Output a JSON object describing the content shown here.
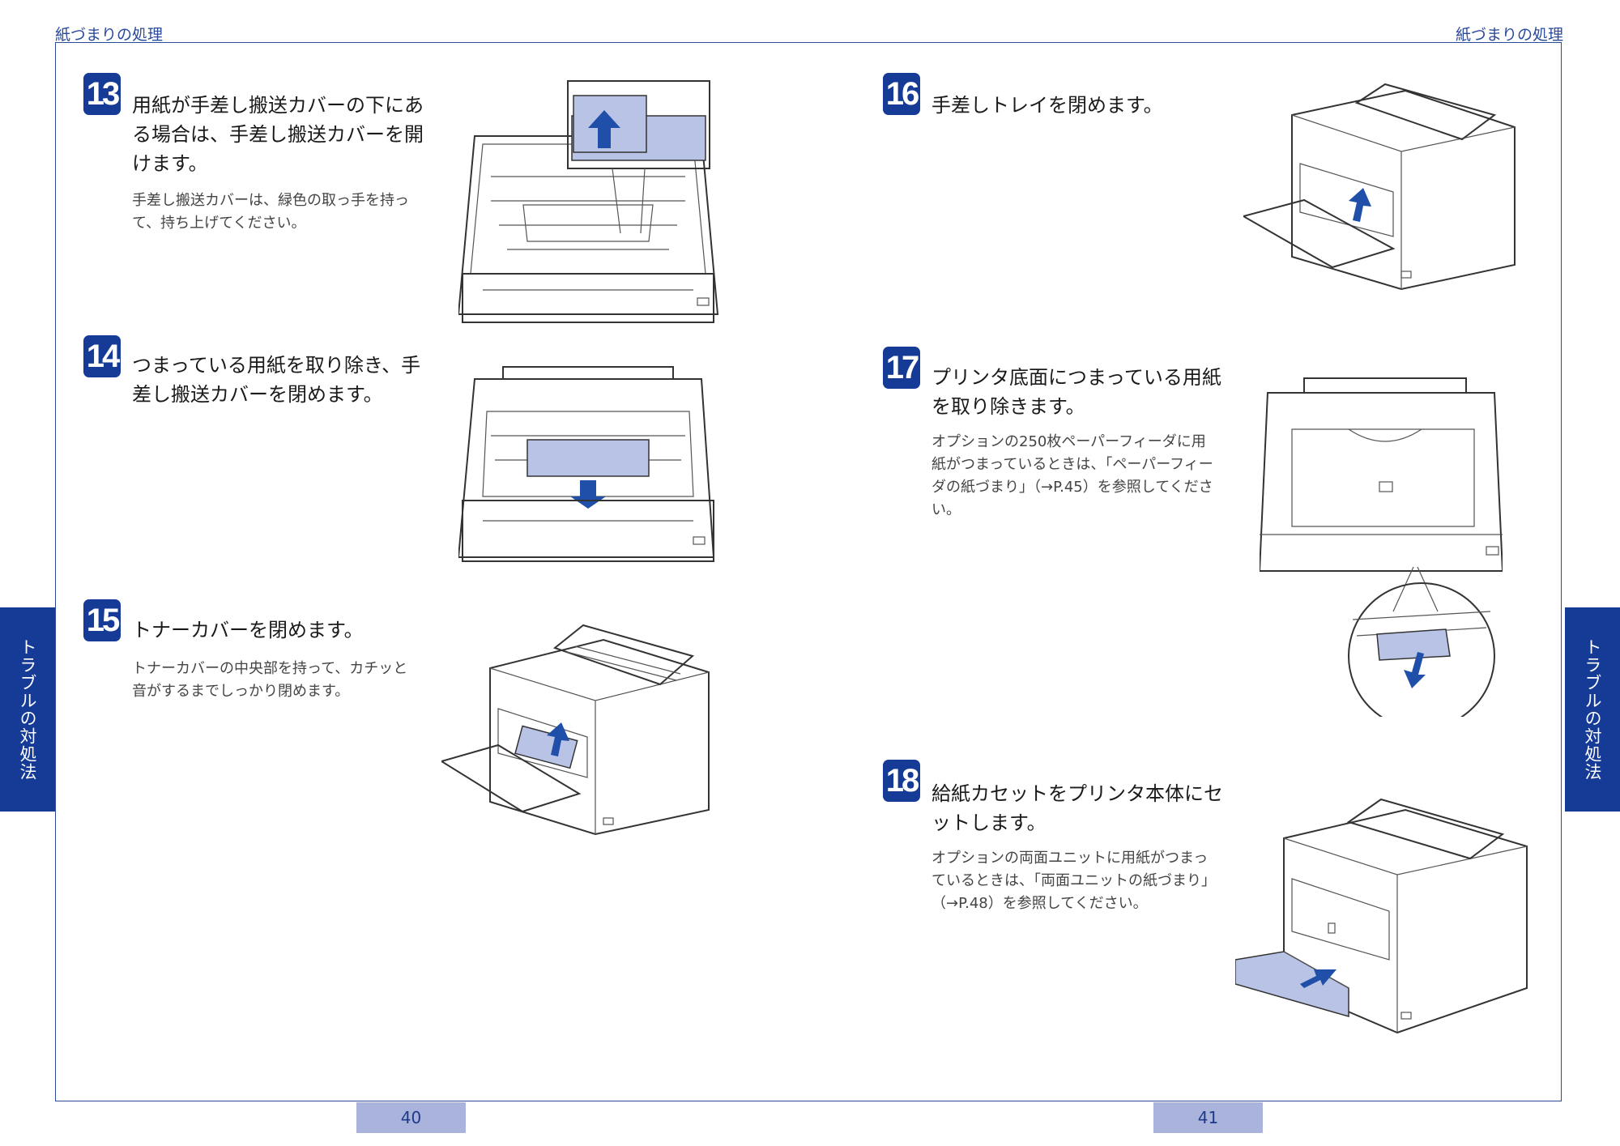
{
  "header": {
    "left": "紙づまりの処理",
    "right": "紙づまりの処理"
  },
  "side_tab": {
    "left": "トラブルの対処法",
    "right": "トラブルの対処法"
  },
  "pages": {
    "left": "40",
    "right": "41"
  },
  "steps": [
    {
      "num": "13",
      "title": "用紙が手差し搬送カバーの下にある場合は、手差し搬送カバーを開けます。",
      "desc": "手差し搬送カバーは、緑色の取っ手を持って、持ち上げてください。"
    },
    {
      "num": "14",
      "title": "つまっている用紙を取り除き、手差し搬送カバーを閉めます。",
      "desc": ""
    },
    {
      "num": "15",
      "title": "トナーカバーを閉めます。",
      "desc": "トナーカバーの中央部を持って、カチッと音がするまでしっかり閉めます。"
    },
    {
      "num": "16",
      "title": "手差しトレイを閉めます。",
      "desc": ""
    },
    {
      "num": "17",
      "title": "プリンタ底面につまっている用紙を取り除きます。",
      "desc": "オプションの250枚ペーパーフィーダに用紙がつまっているときは、「ペーパーフィーダの紙づまり」（→P.45）を参照してください。"
    },
    {
      "num": "18",
      "title": "給紙カセットをプリンタ本体にセットします。",
      "desc": "オプションの両面ユニットに用紙がつまっているときは、「両面ユニットの紙づまり」（→P.48）を参照してください。"
    }
  ],
  "colors": {
    "accent": "#163b97",
    "frame": "#2b4a9b",
    "page_tab": "#a9b3dc"
  }
}
